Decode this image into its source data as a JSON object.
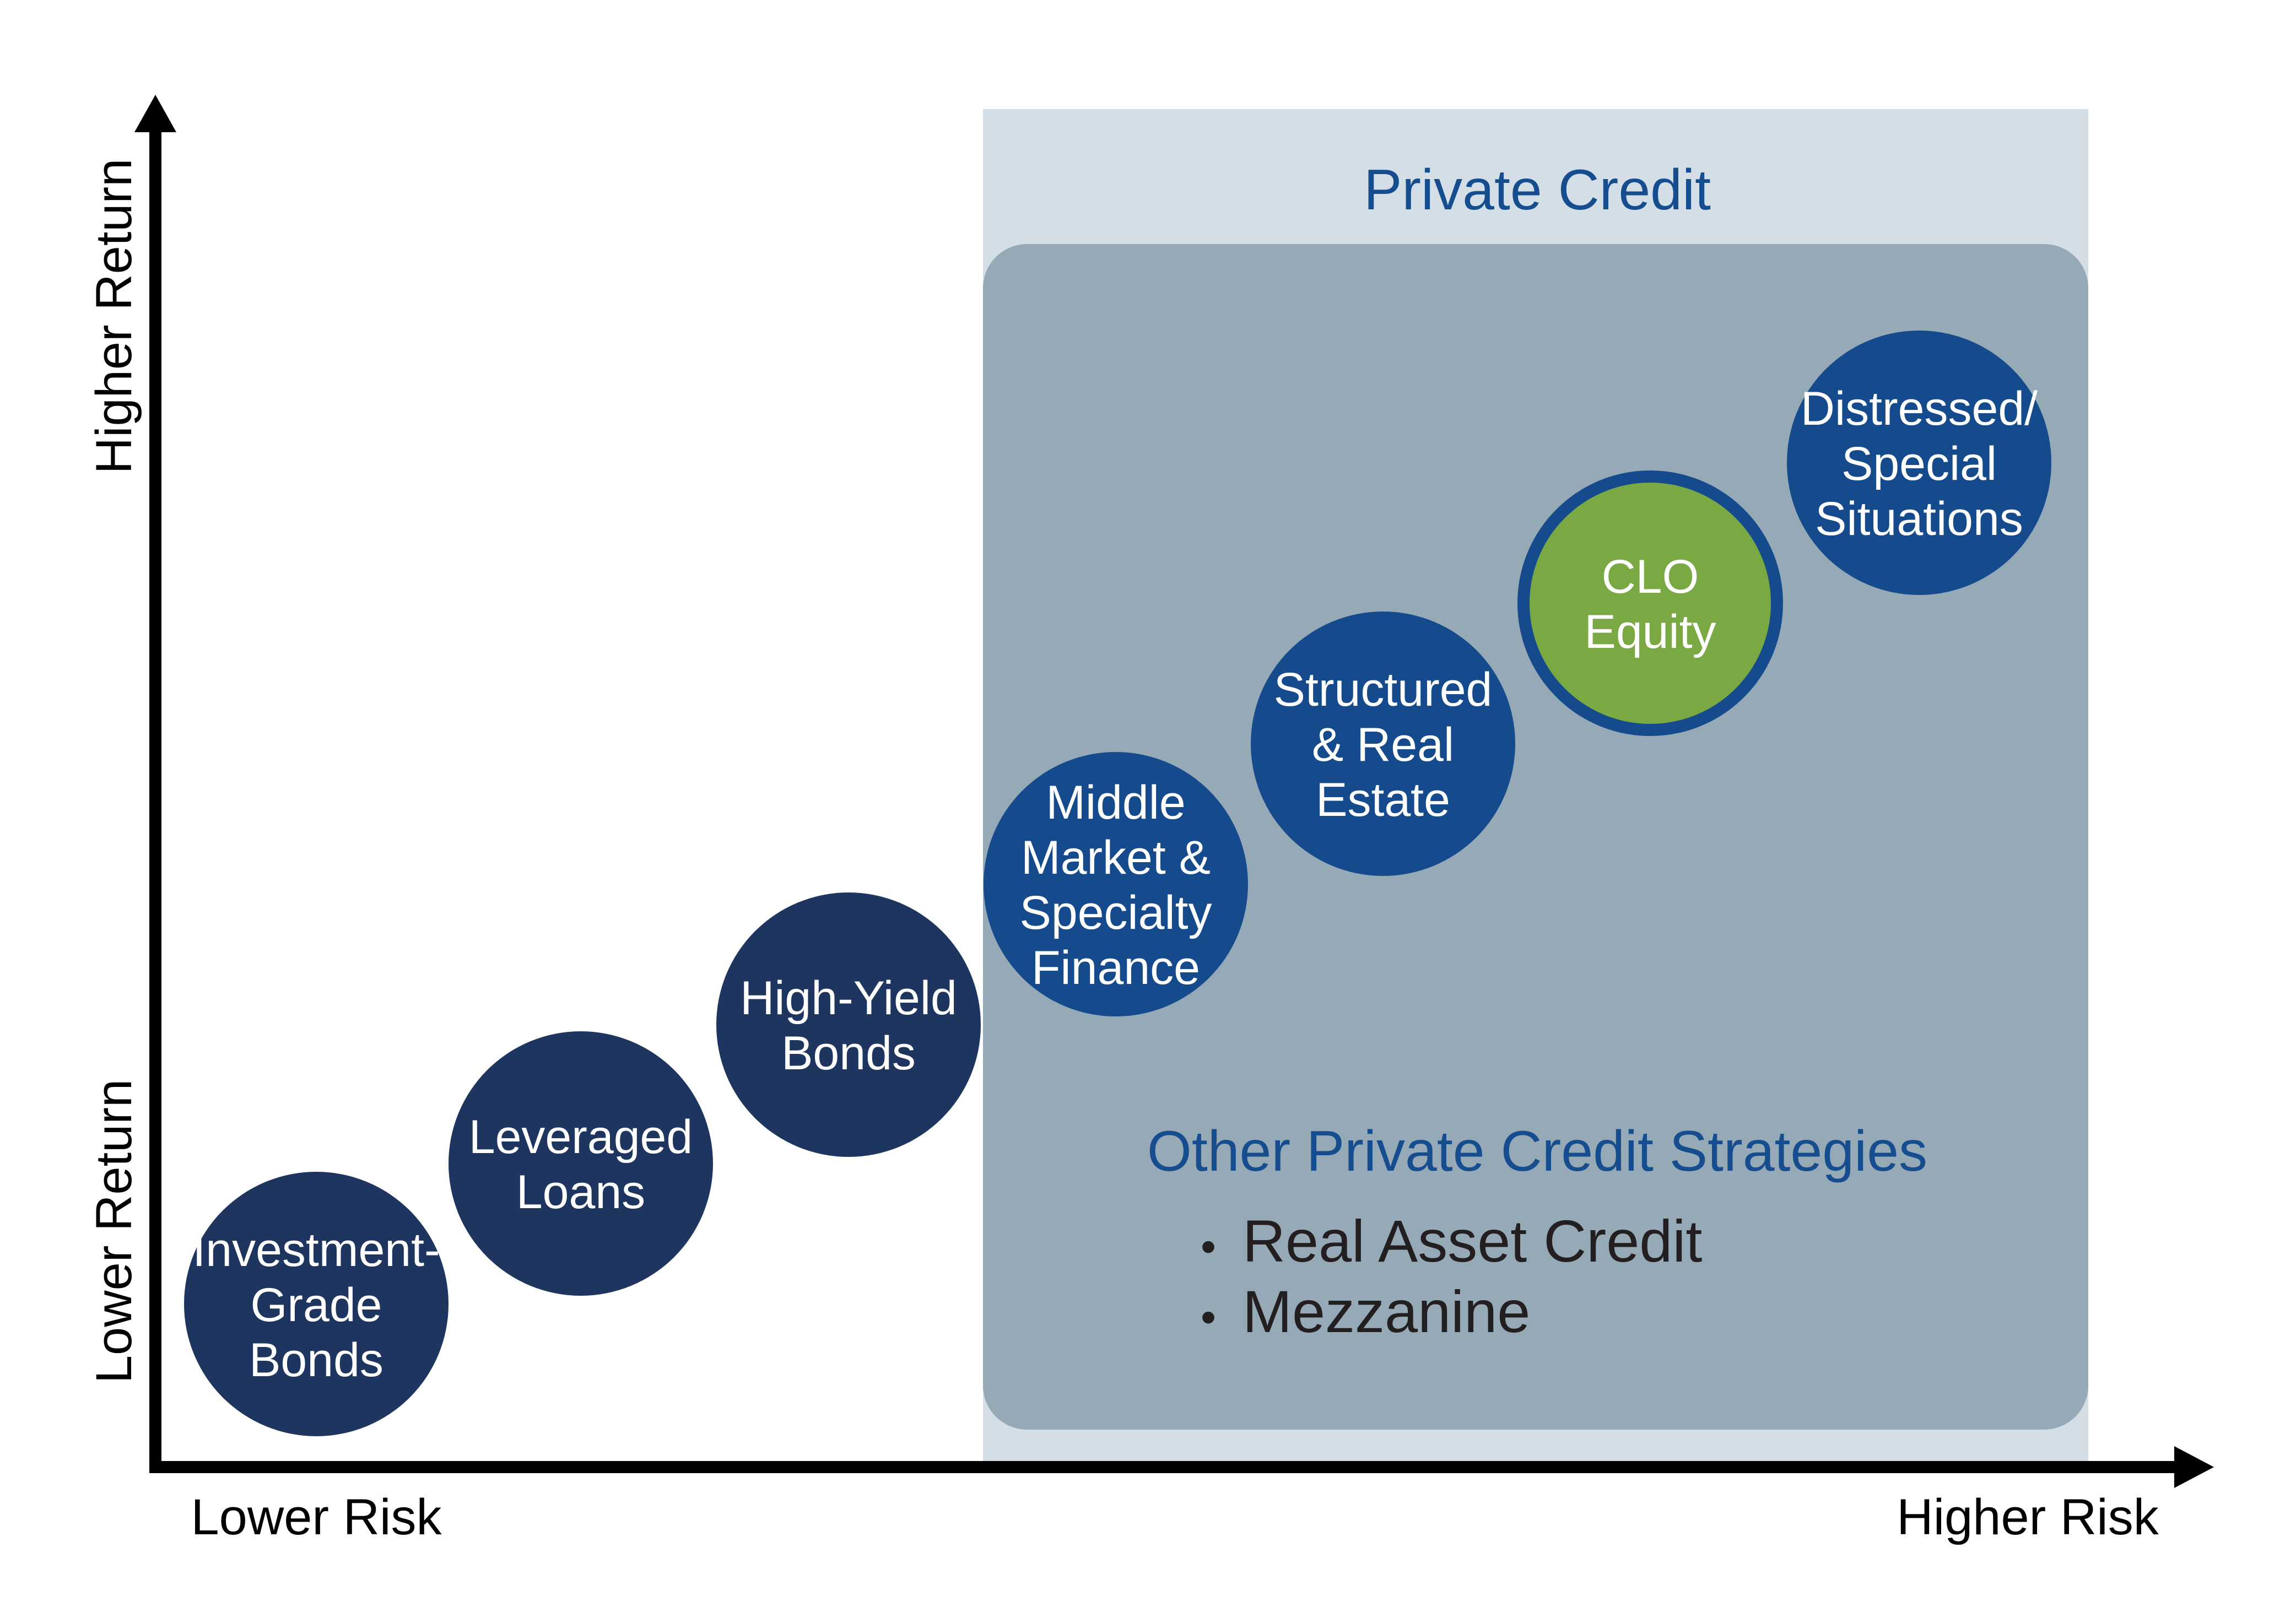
{
  "axes": {
    "y_high": "Higher Return",
    "y_low": "Lower Return",
    "x_low": "Lower Risk",
    "x_high": "Higher Risk"
  },
  "private_credit": {
    "title": "Private Credit",
    "other_heading": "Other Private Credit Strategies",
    "other_items": [
      "Real Asset Credit",
      "Mezzanine"
    ]
  },
  "bubbles": [
    {
      "id": "investment-grade-bonds",
      "lines": [
        "Investment-",
        "Grade",
        "Bonds"
      ],
      "style": "navy"
    },
    {
      "id": "leveraged-loans",
      "lines": [
        "Leveraged",
        "Loans"
      ],
      "style": "navy"
    },
    {
      "id": "high-yield-bonds",
      "lines": [
        "High-Yield",
        "Bonds"
      ],
      "style": "navy"
    },
    {
      "id": "middle-market-specialty-finance",
      "lines": [
        "Middle",
        "Market &",
        "Specialty",
        "Finance"
      ],
      "style": "blue"
    },
    {
      "id": "structured-real-estate",
      "lines": [
        "Structured",
        "& Real",
        "Estate"
      ],
      "style": "blue"
    },
    {
      "id": "clo-equity",
      "lines": [
        "CLO",
        "Equity"
      ],
      "style": "green"
    },
    {
      "id": "distressed-special-situations",
      "lines": [
        "Distressed/",
        "Special",
        "Situations"
      ],
      "style": "blue"
    }
  ],
  "colors": {
    "navy": "#1e3560",
    "blue": "#154b8c",
    "green": "#7aa843",
    "green_ring": "#154b8c",
    "outer_panel": "#d3dee6",
    "inner_panel": "#96a9b7",
    "heading_blue": "#164d8f",
    "text_dark": "#231f20",
    "axis": "#000000"
  }
}
